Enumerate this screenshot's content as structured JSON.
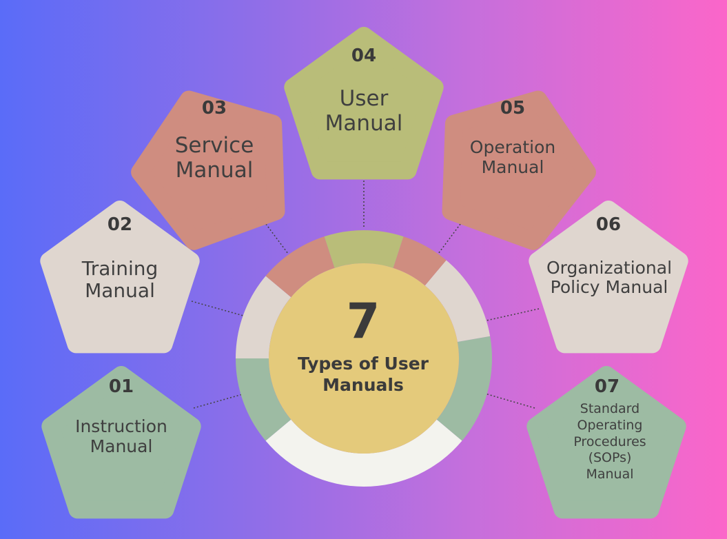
{
  "center": {
    "number": "7",
    "title_line1": "Types of User",
    "title_line2": "Manuals"
  },
  "colors": {
    "green": "#9dbba3",
    "beige": "#dfd6cf",
    "salmon": "#cf8d80",
    "olive": "#b9bd79",
    "center": "#e4ca7b",
    "white_arc": "#f3f3ee",
    "connector": "#444444"
  },
  "items": [
    {
      "num": "01",
      "line1": "Instruction",
      "line2": "Manual",
      "color": "green"
    },
    {
      "num": "02",
      "line1": "Training",
      "line2": "Manual",
      "color": "beige"
    },
    {
      "num": "03",
      "line1": "Service",
      "line2": "Manual",
      "color": "salmon"
    },
    {
      "num": "04",
      "line1": "User",
      "line2": "Manual",
      "color": "olive"
    },
    {
      "num": "05",
      "line1": "Operation",
      "line2": "Manual",
      "color": "salmon"
    },
    {
      "num": "06",
      "line1": "Organizational",
      "line2": "Policy Manual",
      "color": "beige"
    },
    {
      "num": "07",
      "line1": "Standard",
      "line2": "Operating",
      "line3": "Procedures",
      "line4": "(SOPs)",
      "line5": "Manual",
      "color": "green"
    }
  ]
}
